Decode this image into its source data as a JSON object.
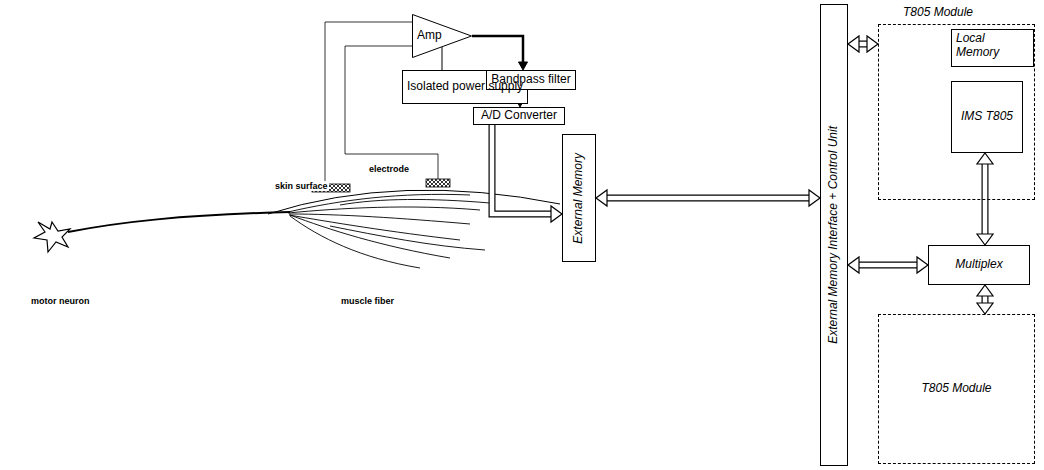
{
  "diagram": {
    "nodes": [
      {
        "text": [
          "Amp"
        ]
      },
      {
        "text": [
          "Isolated power supply"
        ]
      },
      {
        "text": [
          "Bandpass filter"
        ]
      },
      {
        "text": [
          "A/D Converter"
        ]
      },
      {
        "text": [
          "External Memory"
        ]
      },
      {
        "text": [
          "External Memory Interface + Control Unit"
        ]
      },
      {
        "text": [
          "T805 Module"
        ]
      },
      {
        "text": [
          "Local Memory"
        ],
        "in": 6
      },
      {
        "text": [
          "IMS T805"
        ],
        "in": 6
      },
      {
        "text": [
          "Multiplex"
        ]
      },
      {
        "text": [
          "T805 Module"
        ]
      }
    ],
    "edges": [
      {
        "from": 0,
        "to": 2,
        "arrow": "to"
      },
      {
        "from": 1,
        "to": 0,
        "arrow": "none"
      },
      {
        "from": 2,
        "to": 3,
        "arrow": "to"
      },
      {
        "from": 3,
        "to": 4,
        "arrow": "to"
      },
      {
        "from": 4,
        "to": 5,
        "arrow": "both"
      },
      {
        "from": 5,
        "to": 6,
        "arrow": "both"
      },
      {
        "from": 5,
        "to": 9,
        "arrow": "both"
      },
      {
        "from": 9,
        "to": 8,
        "arrow": "both"
      },
      {
        "from": 9,
        "to": 10,
        "arrow": "both"
      }
    ],
    "labels": [
      "skin surface",
      "electrode",
      "motor neuron",
      "muscle fiber"
    ]
  }
}
